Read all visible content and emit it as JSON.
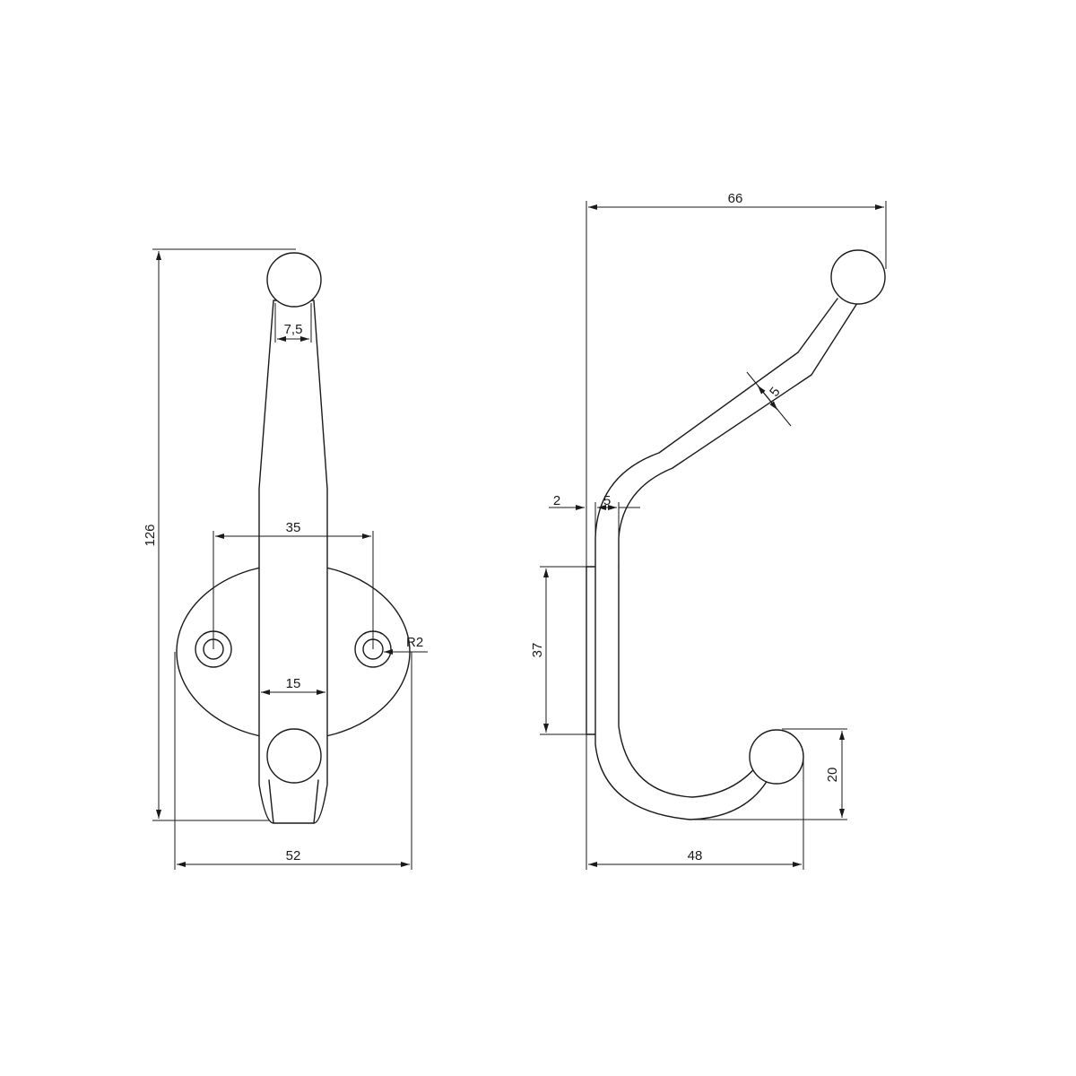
{
  "front_view": {
    "height_total": "126",
    "width_total": "52",
    "hole_spacing": "35",
    "shaft_width_bottom": "15",
    "shaft_width_top": "7,5",
    "hole_radius": "R2"
  },
  "side_view": {
    "depth_total": "66",
    "lower_hook_depth": "48",
    "lower_hook_height": "20",
    "plate_height": "37",
    "plate_thickness": "2",
    "wire_offset": "5",
    "wire_diameter": "5"
  },
  "colors": {
    "line": "#1a1a1a",
    "background": "#ffffff"
  }
}
